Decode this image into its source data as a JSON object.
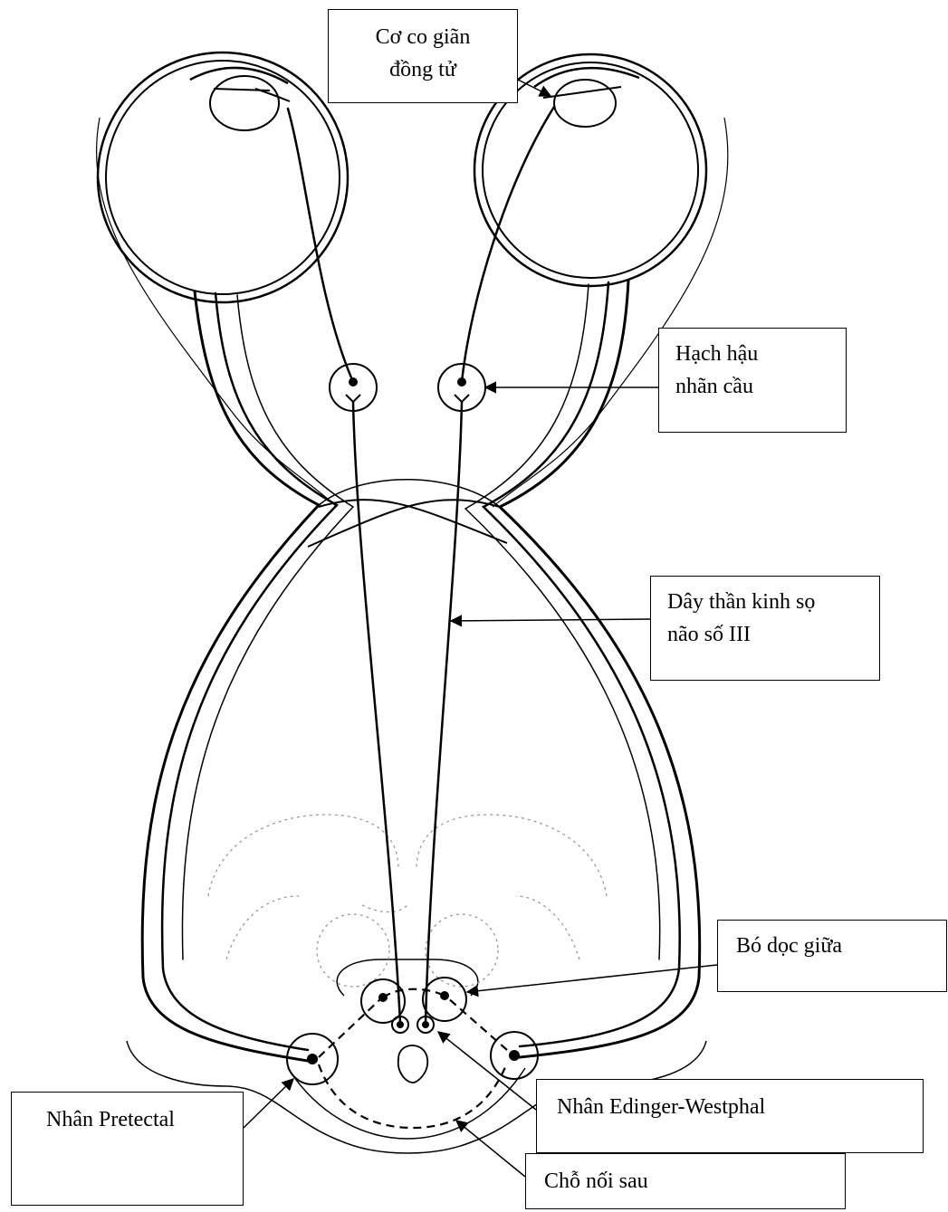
{
  "labels": {
    "pupil_sphincter": [
      "Cơ co giãn",
      "đồng tử"
    ],
    "ciliary_ganglion": [
      "Hạch hậu",
      "nhãn cầu"
    ],
    "oculomotor_nerve": [
      "Dây thần kinh sọ",
      "não số III"
    ],
    "mlf": [
      "Bó dọc giữa"
    ],
    "pretectal": [
      "Nhân Pretectal"
    ],
    "edinger_westphal": [
      "Nhân Edinger-Westphal"
    ],
    "posterior_commissure": [
      "Chỗ nối sau"
    ]
  },
  "colors": {
    "line": "#000000",
    "background": "#ffffff",
    "faint": "#9a9a9a"
  }
}
